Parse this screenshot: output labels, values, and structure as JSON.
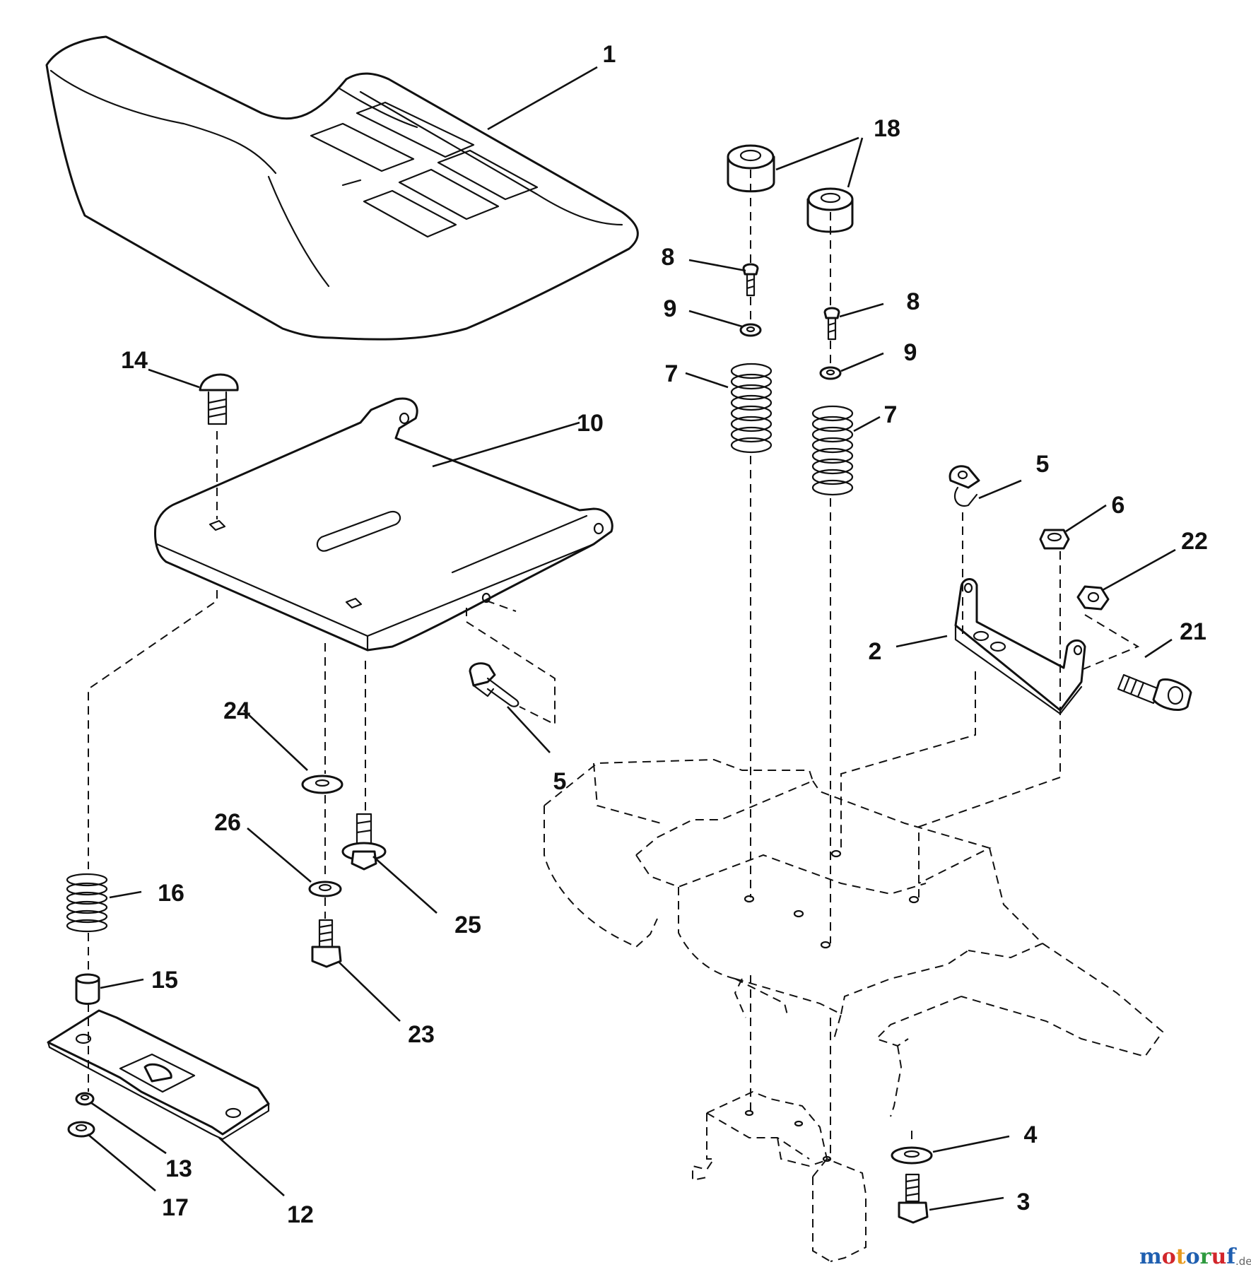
{
  "diagram": {
    "callouts": {
      "c1": "1",
      "c2": "2",
      "c3": "3",
      "c4": "4",
      "c5a": "5",
      "c5b": "5",
      "c6": "6",
      "c7a": "7",
      "c7b": "7",
      "c8a": "8",
      "c8b": "8",
      "c9a": "9",
      "c9b": "9",
      "c10": "10",
      "c12": "12",
      "c13": "13",
      "c14": "14",
      "c15": "15",
      "c16": "16",
      "c17": "17",
      "c18": "18",
      "c21": "21",
      "c22": "22",
      "c23": "23",
      "c24": "24",
      "c25": "25",
      "c26": "26"
    },
    "watermark": {
      "letters": [
        "m",
        "o",
        "t",
        "o",
        "r",
        "u",
        "f"
      ],
      "letter_colors": [
        "#1f5fb0",
        "#d2262b",
        "#e79a1e",
        "#1f5fb0",
        "#2e9a3f",
        "#d2262b",
        "#1f5fb0"
      ],
      "suffix": ".de"
    }
  }
}
